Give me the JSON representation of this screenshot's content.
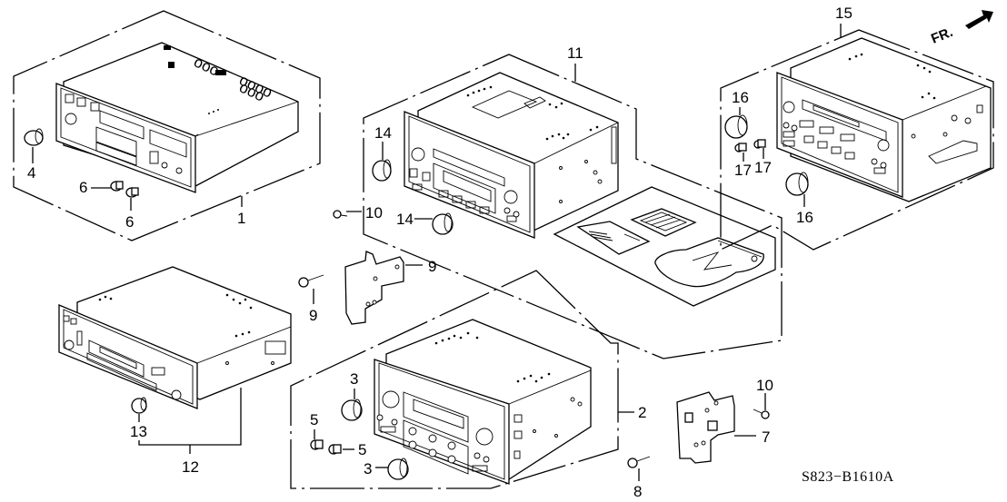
{
  "diagram": {
    "type": "exploded parts diagram",
    "subject": "audio unit assembly",
    "diagram_code": "S823−B1610A",
    "orientation_label": "FR.",
    "orientation_icon": "front-arrow-icon",
    "callouts": [
      {
        "id": "c1",
        "label": "1"
      },
      {
        "id": "c2",
        "label": "2"
      },
      {
        "id": "c3a",
        "label": "3"
      },
      {
        "id": "c3b",
        "label": "3"
      },
      {
        "id": "c4",
        "label": "4"
      },
      {
        "id": "c5a",
        "label": "5"
      },
      {
        "id": "c5b",
        "label": "5"
      },
      {
        "id": "c6a",
        "label": "6"
      },
      {
        "id": "c6b",
        "label": "6"
      },
      {
        "id": "c7",
        "label": "7"
      },
      {
        "id": "c8",
        "label": "8"
      },
      {
        "id": "c9a",
        "label": "9"
      },
      {
        "id": "c9b",
        "label": "9"
      },
      {
        "id": "c10a",
        "label": "10"
      },
      {
        "id": "c10b",
        "label": "10"
      },
      {
        "id": "c11",
        "label": "11"
      },
      {
        "id": "c12",
        "label": "12"
      },
      {
        "id": "c13",
        "label": "13"
      },
      {
        "id": "c14a",
        "label": "14"
      },
      {
        "id": "c14b",
        "label": "14"
      },
      {
        "id": "c15",
        "label": "15"
      },
      {
        "id": "c16a",
        "label": "16"
      },
      {
        "id": "c16b",
        "label": "16"
      },
      {
        "id": "c17a",
        "label": "17"
      },
      {
        "id": "c17b",
        "label": "17"
      }
    ],
    "parts": [
      {
        "ref": "1",
        "name": "radio-cassette-unit-single-din"
      },
      {
        "ref": "2",
        "name": "radio-cassette-unit-double-din-a"
      },
      {
        "ref": "3",
        "name": "knob"
      },
      {
        "ref": "4",
        "name": "knob"
      },
      {
        "ref": "5",
        "name": "knob-small"
      },
      {
        "ref": "6",
        "name": "knob-small"
      },
      {
        "ref": "7",
        "name": "bracket-right"
      },
      {
        "ref": "8",
        "name": "bracket-left"
      },
      {
        "ref": "9",
        "name": "screw"
      },
      {
        "ref": "10",
        "name": "screw"
      },
      {
        "ref": "11",
        "name": "radio-cassette-unit-double-din-b"
      },
      {
        "ref": "12",
        "name": "radio-cassette-unit-single-din-b"
      },
      {
        "ref": "13",
        "name": "knob"
      },
      {
        "ref": "14",
        "name": "knob"
      },
      {
        "ref": "15",
        "name": "radio-cassette-unit-double-din-c"
      },
      {
        "ref": "16",
        "name": "knob"
      },
      {
        "ref": "17",
        "name": "knob-small"
      }
    ]
  }
}
